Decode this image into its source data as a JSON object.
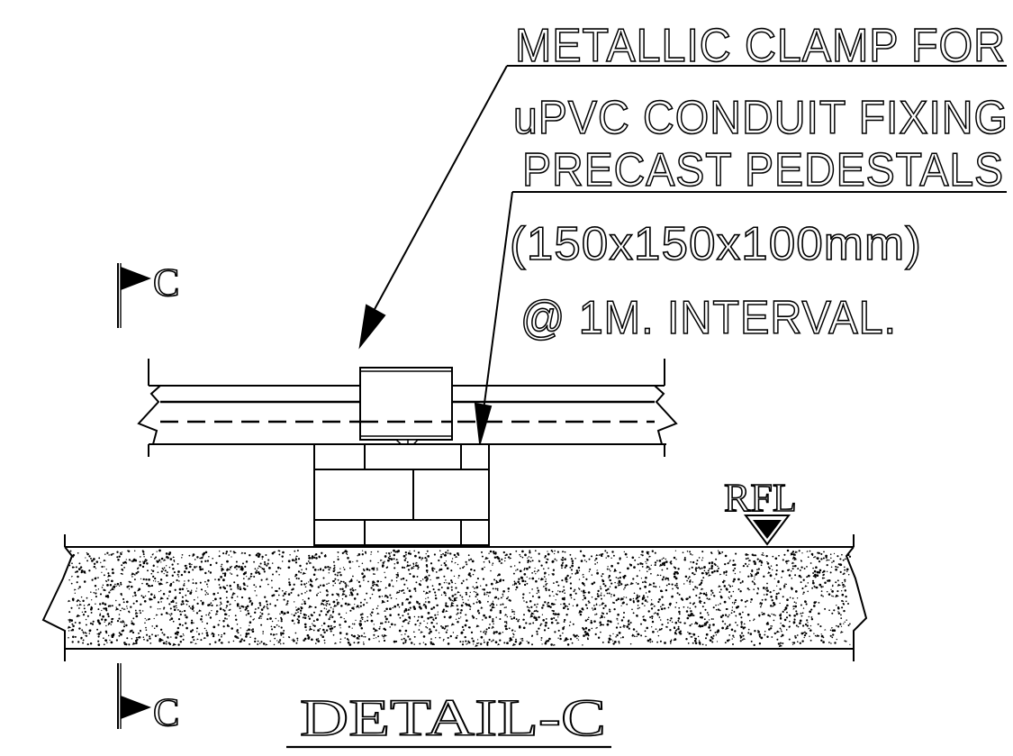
{
  "title": "DETAIL-C",
  "section_mark": "C",
  "level_label": "RFL",
  "callouts": {
    "clamp": {
      "lines": [
        "METALLIC CLAMP FOR",
        "uPVC CONDUIT FIXING"
      ]
    },
    "pedestal": {
      "lines": [
        "PRECAST PEDESTALS",
        "(150x150x100mm)",
        "@ 1M. INTERVAL."
      ]
    }
  },
  "colors": {
    "ink": "#000000",
    "paper": "#ffffff"
  }
}
